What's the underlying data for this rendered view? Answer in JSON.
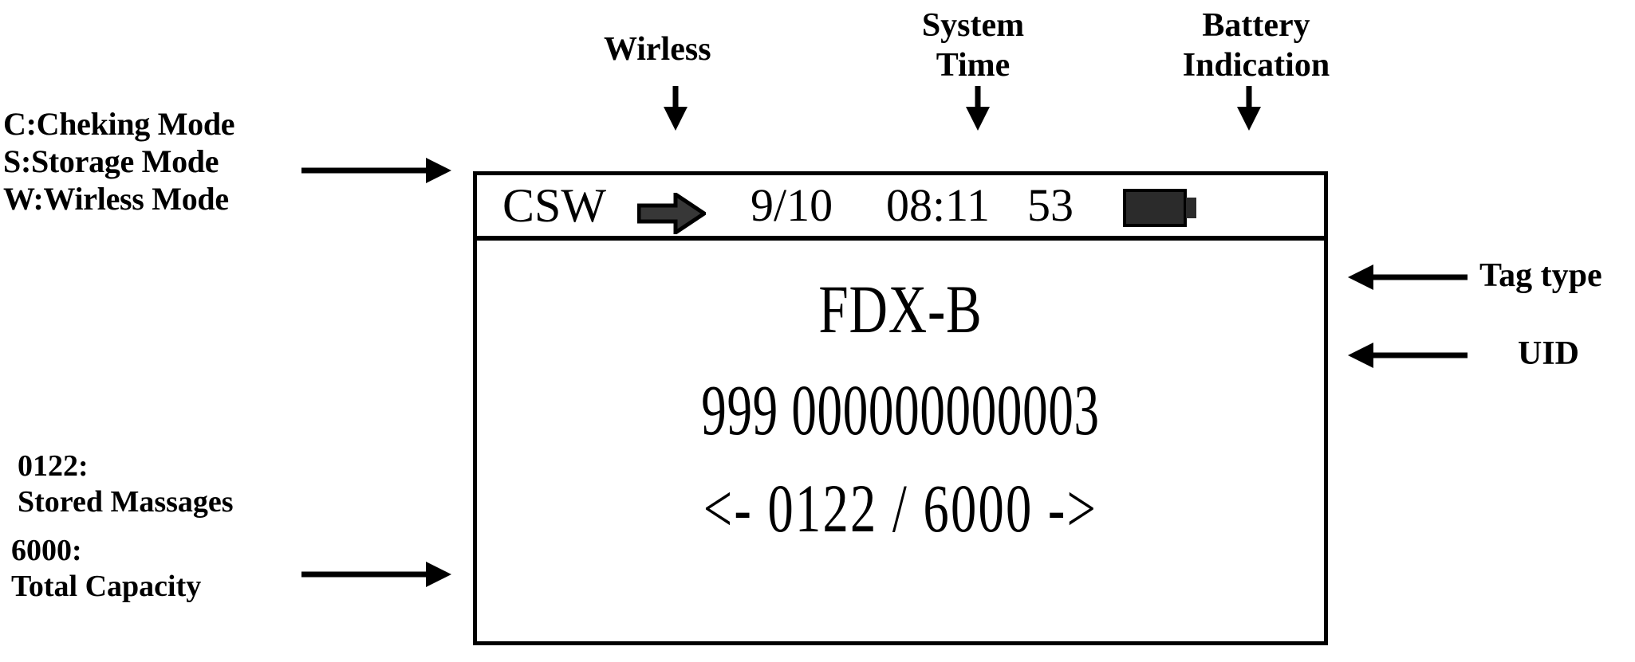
{
  "legend": {
    "modes": [
      "C:Cheking Mode",
      "S:Storage Mode",
      "W:Wirless Mode"
    ],
    "stored": {
      "value": "0122:",
      "description": "Stored Massages"
    },
    "capacity": {
      "value": "6000:",
      "description": "Total Capacity"
    }
  },
  "annotations": {
    "wireless": "Wirless",
    "system_time_l1": "System",
    "system_time_l2": "Time",
    "battery_l1": "Battery",
    "battery_l2": "Indication",
    "tag_type": "Tag type",
    "uid": "UID"
  },
  "lcd": {
    "status_bar": {
      "mode": "CSW",
      "wireless_icon": "right-arrow-icon",
      "date": "9/10",
      "time": "08:11",
      "count": "53",
      "battery_icon": "battery-full-icon"
    },
    "body": {
      "tag_type": "FDX-B",
      "uid": "999 000000000003",
      "record_nav": "<- 0122 / 6000 ->"
    }
  },
  "colors": {
    "ink": "#000000",
    "background": "#ffffff",
    "icon_fill": "#2b2b2b"
  }
}
